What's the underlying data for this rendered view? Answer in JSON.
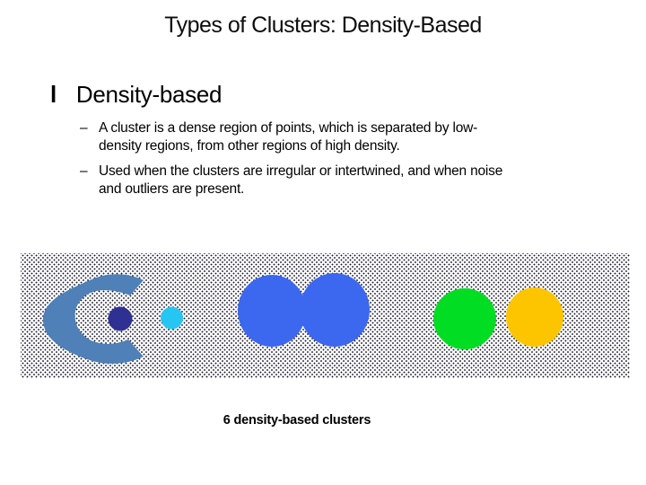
{
  "slide": {
    "title": "Types of Clusters: Density-Based",
    "bullet": {
      "marker": "l",
      "label": "Density-based"
    },
    "sub_bullets": [
      {
        "marker": "–",
        "lines": [
          "A cluster is a dense region of points, which is separated by low-",
          "density regions, from other regions of high density."
        ]
      },
      {
        "marker": "–",
        "lines": [
          "Used when the clusters are irregular or intertwined, and when noise",
          "and outliers are present."
        ]
      }
    ],
    "caption": "6 density-based clusters",
    "figure": {
      "description": "six density-based clusters drawn on a dotted halftone background",
      "dot_color": "#15152B",
      "clusters": [
        {
          "name": "crescent-cluster",
          "color": "#4F80B7"
        },
        {
          "name": "small-navy-cluster",
          "color": "#2E3192"
        },
        {
          "name": "small-cyan-cluster",
          "color": "#27C5F2"
        },
        {
          "name": "double-blob-cluster",
          "color": "#3C67EF"
        },
        {
          "name": "green-cluster",
          "color": "#00DD22"
        },
        {
          "name": "yellow-cluster",
          "color": "#FDC500"
        }
      ]
    }
  }
}
